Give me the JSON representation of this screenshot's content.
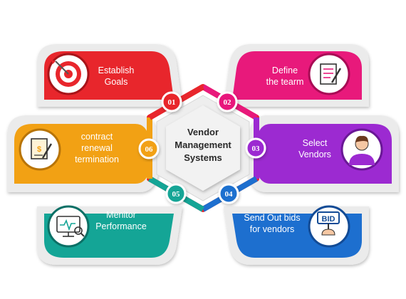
{
  "center": {
    "lines": [
      "Vendor",
      "Management",
      "Systems"
    ]
  },
  "steps": [
    {
      "number": "01",
      "lines": [
        "Establish",
        "Goals"
      ],
      "icon": "target-icon",
      "color": "#e8262c",
      "dark": "#a81419"
    },
    {
      "number": "02",
      "lines": [
        "Define",
        "the tearm"
      ],
      "icon": "document-pen-icon",
      "color": "#e8197b",
      "dark": "#a80c55"
    },
    {
      "number": "03",
      "lines": [
        "Select",
        "Vendors"
      ],
      "icon": "person-icon",
      "color": "#9c2ad1",
      "dark": "#6a1796"
    },
    {
      "number": "04",
      "lines": [
        "Send Out bids",
        "for vendors"
      ],
      "icon": "bid-sign-icon",
      "color": "#1d6fcf",
      "dark": "#124b96"
    },
    {
      "number": "05",
      "lines": [
        "Menitor",
        "Performance"
      ],
      "icon": "monitor-search-icon",
      "color": "#14a596",
      "dark": "#0b7066"
    },
    {
      "number": "06",
      "lines": [
        "contract",
        "renewal",
        "termination"
      ],
      "icon": "contract-icon",
      "color": "#f2a114",
      "dark": "#b87407"
    }
  ]
}
